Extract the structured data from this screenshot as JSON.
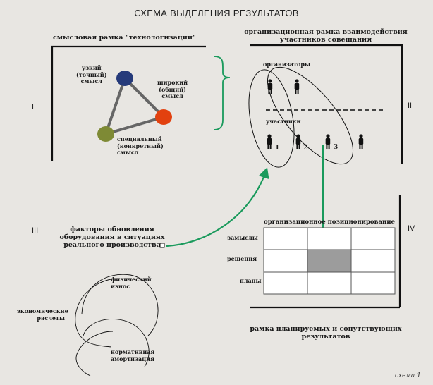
{
  "title": "СХЕМА ВЫДЕЛЕНИЯ РЕЗУЛЬТАТОВ",
  "roman": {
    "i": "I",
    "ii": "II",
    "iii": "III",
    "iv": "IV"
  },
  "frame1": {
    "header": "смысловая рамка \"технологизации\"",
    "nodes": {
      "narrow": [
        "узкий",
        "(точный)",
        "смысл"
      ],
      "broad": [
        "широкий",
        "(общий)",
        "смысл"
      ],
      "special": [
        "специальный",
        "(конкретный)",
        "смысл"
      ]
    },
    "colors": {
      "narrow": "#253a7a",
      "broad": "#e2410f",
      "special": "#7e8a35"
    }
  },
  "frame2": {
    "header": [
      "организационная рамка взаимодействия",
      "участников совещания"
    ],
    "organizers": "организаторы",
    "participants": "участники",
    "numbers": [
      "1",
      "2",
      "3"
    ]
  },
  "frame3": {
    "factors": [
      "факторы обновления",
      "оборудования в ситуациях",
      "реального производства"
    ],
    "circles": {
      "physical": [
        "физический",
        "износ"
      ],
      "economic": [
        "экономические",
        "расчеты"
      ],
      "norm": [
        "нормативная",
        "амортизация"
      ]
    }
  },
  "frame4": {
    "header": "организационное позиционирование",
    "rows": [
      "замыслы",
      "решения",
      "планы"
    ],
    "footer": [
      "рамка планируемых и сопутствующих",
      "результатов"
    ]
  },
  "caption": "схема 1",
  "accent": "#1a9a5c"
}
